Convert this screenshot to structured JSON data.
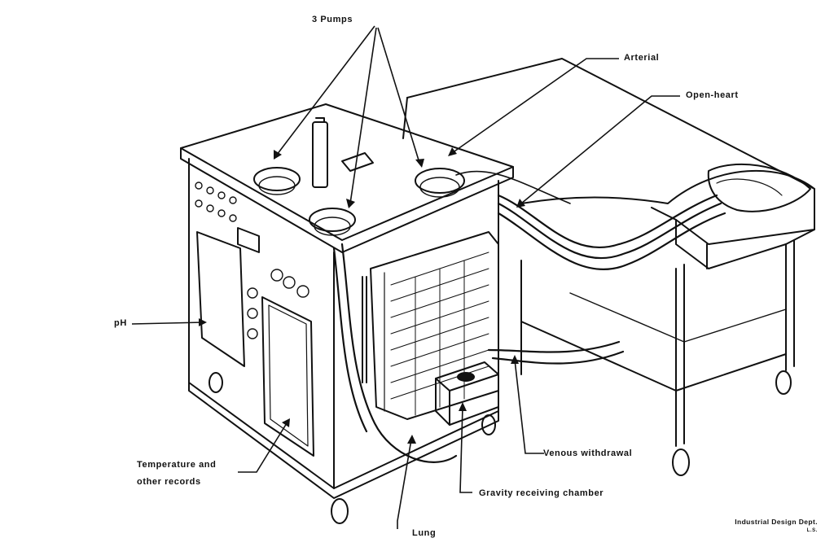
{
  "labels": {
    "pumps": "3 Pumps",
    "arterial": "Arterial",
    "open_heart": "Open-heart",
    "ph": "pH",
    "temperature_line1": "Temperature and",
    "temperature_line2": "other records",
    "lung": "Lung",
    "gravity": "Gravity receiving chamber",
    "venous": "Venous withdrawal"
  },
  "credit": {
    "line1": "Industrial Design Dept.",
    "line2": "L.S."
  },
  "colors": {
    "ink": "#111111",
    "paper": "#ffffff"
  }
}
